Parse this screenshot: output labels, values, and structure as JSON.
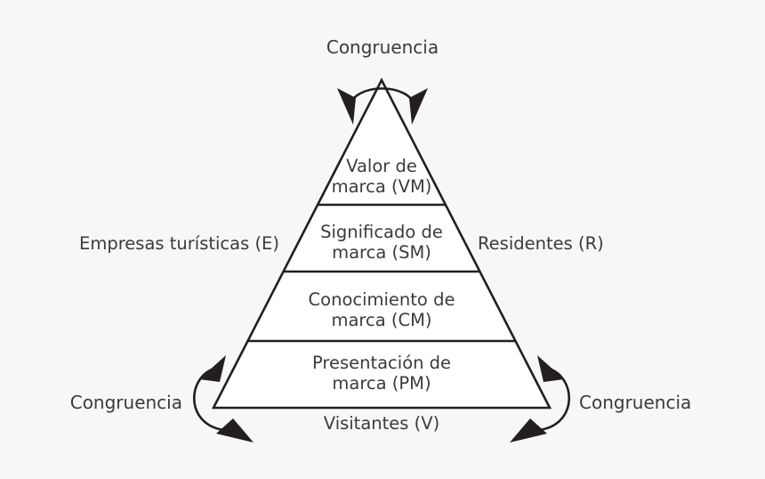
{
  "diagram": {
    "title_top": "Congruencia",
    "background_color": "#f7f7f7",
    "line_color": "#231f20",
    "text_color": "#3b3b3d",
    "face_color": "#ffffff",
    "pyramid": {
      "layers": [
        {
          "id": "VM",
          "line1": "Valor de",
          "line2": "marca (VM)"
        },
        {
          "id": "SM",
          "line1": "Significado de",
          "line2": "marca (SM)"
        },
        {
          "id": "CM",
          "line1": "Conocimiento de",
          "line2": "marca (CM)"
        },
        {
          "id": "PM",
          "line1": "Presentación de",
          "line2": "marca (PM)"
        }
      ]
    },
    "labels": {
      "left_side": "Empresas turísticas (E)",
      "right_side": "Residentes (R)",
      "bottom_center": "Visitantes (V)",
      "bottom_left": "Congruencia",
      "bottom_right": "Congruencia"
    }
  }
}
